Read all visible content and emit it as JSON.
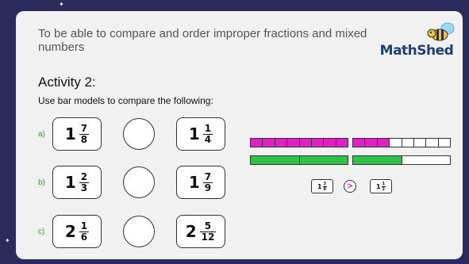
{
  "header": {
    "objective": "To be able to compare and order improper fractions and mixed numbers",
    "logo_text": "MathShed"
  },
  "activity": {
    "title": "Activity 2:",
    "instruction": "Use bar models to compare the following:"
  },
  "problems": [
    {
      "label": "a)",
      "left": {
        "whole": "1",
        "num": "7",
        "den": "8"
      },
      "right": {
        "whole": "1",
        "num": "1",
        "den": "4"
      }
    },
    {
      "label": "b)",
      "left": {
        "whole": "1",
        "num": "2",
        "den": "3"
      },
      "right": {
        "whole": "1",
        "num": "7",
        "den": "9"
      }
    },
    {
      "label": "c)",
      "left": {
        "whole": "2",
        "num": "1",
        "den": "6"
      },
      "right": {
        "whole": "2",
        "num": "5",
        "den": "12"
      }
    }
  ],
  "example": {
    "pink_bars": [
      {
        "segments": 8,
        "filled": 8
      },
      {
        "segments": 8,
        "filled": 3
      }
    ],
    "green_bars": [
      {
        "segments": 2,
        "filled": 2
      },
      {
        "segments": 2,
        "filled": 1
      }
    ],
    "left": {
      "whole": "1",
      "num": "3",
      "den": "8"
    },
    "symbol": ">",
    "right": {
      "whole": "1",
      "num": "1",
      "den": "2"
    }
  },
  "colors": {
    "background": "#2a2a5c",
    "slide": "#f1f1f1",
    "pink": "#e01fc6",
    "green": "#2fc24a",
    "label_green": "#2a9d2a",
    "logo_blue": "#1f3f7a"
  }
}
